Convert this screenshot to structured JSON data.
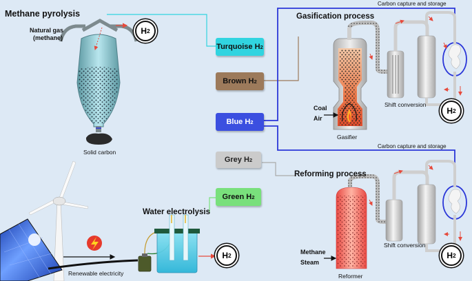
{
  "methane_pyrolysis": {
    "title": "Methane pyrolysis",
    "input_line1": "Natural gas",
    "input_line2": "(methane)",
    "output": "Solid carbon"
  },
  "h2_symbol": {
    "main": "H",
    "sub": "2"
  },
  "color_boxes": [
    {
      "name": "Turquoise",
      "sub": "2",
      "color": "#31d4e0"
    },
    {
      "name": "Brown",
      "sub": "2",
      "color": "#9c7a5b"
    },
    {
      "name": "Blue",
      "sub": "2",
      "color": "#3b4fe0"
    },
    {
      "name": "Grey",
      "sub": "2",
      "color": "#cbcbcb"
    },
    {
      "name": "Green",
      "sub": "2",
      "color": "#79e07c"
    }
  ],
  "gasification": {
    "title": "Gasification process",
    "carbon_capture": "Carbon capture and storage",
    "input1": "Coal",
    "input2": "Air",
    "vessel": "Gasifier",
    "shift": "Shift conversion"
  },
  "reforming": {
    "title": "Reforming process",
    "carbon_capture": "Carbon capture and storage",
    "input1": "Methane",
    "input2": "Steam",
    "vessel": "Reformer",
    "shift": "Shift conversion"
  },
  "electrolysis": {
    "title": "Water electrolysis",
    "source": "Renewable electricity"
  },
  "colors": {
    "background": "#dde9f5",
    "turquoise_line": "#31d4e0",
    "brown_line": "#9c7a5b",
    "blue_line": "#2a36d8",
    "grey_line": "#aaaaaa",
    "green_line": "#79e07c",
    "arrow_red": "#e64a3c"
  }
}
